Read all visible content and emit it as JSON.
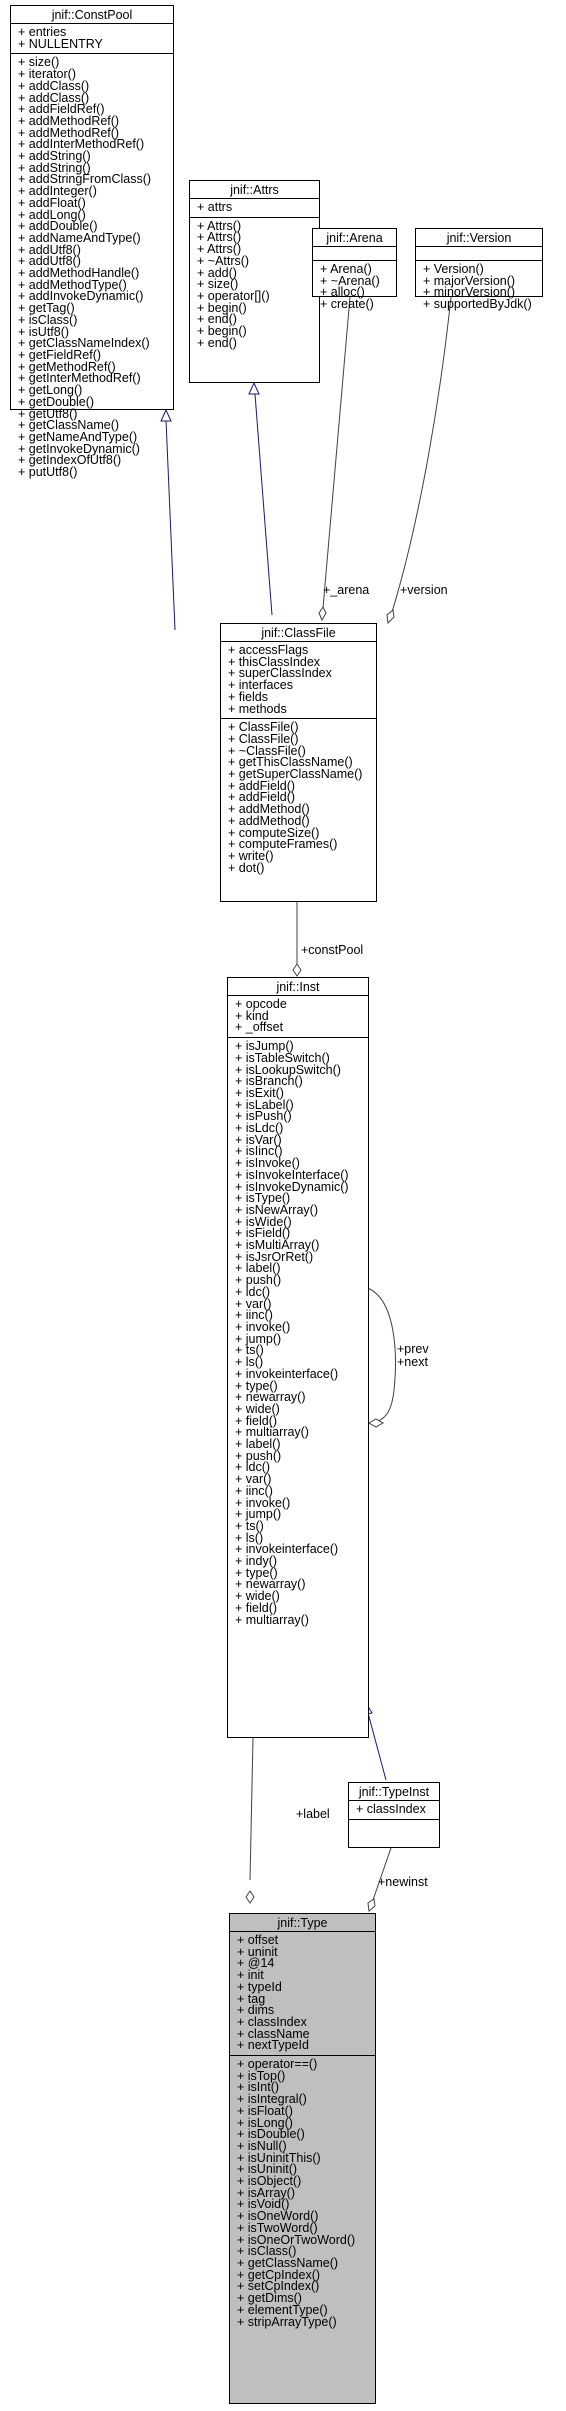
{
  "classes": {
    "constpool": {
      "name": "jnif::ConstPool",
      "attributes": [
        "+ entries",
        "+ NULLENTRY"
      ],
      "methods": [
        "+ size()",
        "+ iterator()",
        "+ addClass()",
        "+ addClass()",
        "+ addFieldRef()",
        "+ addMethodRef()",
        "+ addMethodRef()",
        "+ addInterMethodRef()",
        "+ addString()",
        "+ addString()",
        "+ addStringFromClass()",
        "+ addInteger()",
        "+ addFloat()",
        "+ addLong()",
        "+ addDouble()",
        "+ addNameAndType()",
        "+ addUtf8()",
        "+ addUtf8()",
        "+ addMethodHandle()",
        "+ addMethodType()",
        "+ addInvokeDynamic()",
        "+ getTag()",
        "+ isClass()",
        "+ isUtf8()",
        "+ getClassNameIndex()",
        "+ getFieldRef()",
        "+ getMethodRef()",
        "+ getInterMethodRef()",
        "+ getLong()",
        "+ getDouble()",
        "+ getUtf8()",
        "+ getClassName()",
        "+ getNameAndType()",
        "+ getInvokeDynamic()",
        "+ getIndexOfUtf8()",
        "+ putUtf8()"
      ]
    },
    "attrs": {
      "name": "jnif::Attrs",
      "attributes": [
        "+ attrs"
      ],
      "methods": [
        "+ Attrs()",
        "+ Attrs()",
        "+ Attrs()",
        "+ ~Attrs()",
        "+ add()",
        "+ size()",
        "+ operator[]()",
        "+ begin()",
        "+ end()",
        "+ begin()",
        "+ end()"
      ]
    },
    "arena": {
      "name": "jnif::Arena",
      "attributes": [],
      "methods": [
        "+ Arena()",
        "+ ~Arena()",
        "+ alloc()",
        "+ create()"
      ]
    },
    "version": {
      "name": "jnif::Version",
      "attributes": [],
      "methods": [
        "+ Version()",
        "+ majorVersion()",
        "+ minorVersion()",
        "+ supportedByJdk()"
      ]
    },
    "classfile": {
      "name": "jnif::ClassFile",
      "attributes": [
        "+ accessFlags",
        "+ thisClassIndex",
        "+ superClassIndex",
        "+ interfaces",
        "+ fields",
        "+ methods"
      ],
      "methods": [
        "+ ClassFile()",
        "+ ClassFile()",
        "+ ~ClassFile()",
        "+ getThisClassName()",
        "+ getSuperClassName()",
        "+ addField()",
        "+ addField()",
        "+ addMethod()",
        "+ addMethod()",
        "+ computeSize()",
        "+ computeFrames()",
        "+ write()",
        "+ dot()"
      ]
    },
    "inst": {
      "name": "jnif::Inst",
      "attributes": [
        "+ opcode",
        "+ kind",
        "+ _offset"
      ],
      "methods": [
        "+ isJump()",
        "+ isTableSwitch()",
        "+ isLookupSwitch()",
        "+ isBranch()",
        "+ isExit()",
        "+ isLabel()",
        "+ isPush()",
        "+ isLdc()",
        "+ isVar()",
        "+ isIinc()",
        "+ isInvoke()",
        "+ isInvokeInterface()",
        "+ isInvokeDynamic()",
        "+ isType()",
        "+ isNewArray()",
        "+ isWide()",
        "+ isField()",
        "+ isMultiArray()",
        "+ isJsrOrRet()",
        "+ label()",
        "+ push()",
        "+ ldc()",
        "+ var()",
        "+ iinc()",
        "+ invoke()",
        "+ jump()",
        "+ ts()",
        "+ ls()",
        "+ invokeinterface()",
        "+ type()",
        "+ newarray()",
        "+ wide()",
        "+ field()",
        "+ multiarray()",
        "+ label()",
        "+ push()",
        "+ ldc()",
        "+ var()",
        "+ iinc()",
        "+ invoke()",
        "+ jump()",
        "+ ts()",
        "+ ls()",
        "+ invokeinterface()",
        "+ indy()",
        "+ type()",
        "+ newarray()",
        "+ wide()",
        "+ field()",
        "+ multiarray()"
      ]
    },
    "typeinst": {
      "name": "jnif::TypeInst",
      "attributes": [
        "+ classIndex"
      ],
      "methods": []
    },
    "type": {
      "name": "jnif::Type",
      "attributes": [
        "+ offset",
        "+ uninit",
        "+ @14",
        "+ init",
        "+ typeId",
        "+ tag",
        "+ dims",
        "+ classIndex",
        "+ className",
        "+ nextTypeId"
      ],
      "methods": [
        "+ operator==()",
        "+ isTop()",
        "+ isInt()",
        "+ isIntegral()",
        "+ isFloat()",
        "+ isLong()",
        "+ isDouble()",
        "+ isNull()",
        "+ isUninitThis()",
        "+ isUninit()",
        "+ isObject()",
        "+ isArray()",
        "+ isVoid()",
        "+ isOneWord()",
        "+ isTwoWord()",
        "+ isOneOrTwoWord()",
        "+ isClass()",
        "+ getClassName()",
        "+ getCpIndex()",
        "+ setCpIndex()",
        "+ getDims()",
        "+ elementType()",
        "+ stripArrayType()"
      ]
    }
  },
  "relations": {
    "arena": "+_arena",
    "version": "+version",
    "constPool": "+constPool",
    "prevnext": "+prev\n+next",
    "label": "+label",
    "newinst": "+newinst"
  },
  "colors": {
    "inheritance": "#191970",
    "association": "#404040",
    "highlight": "#bfbfbf"
  }
}
